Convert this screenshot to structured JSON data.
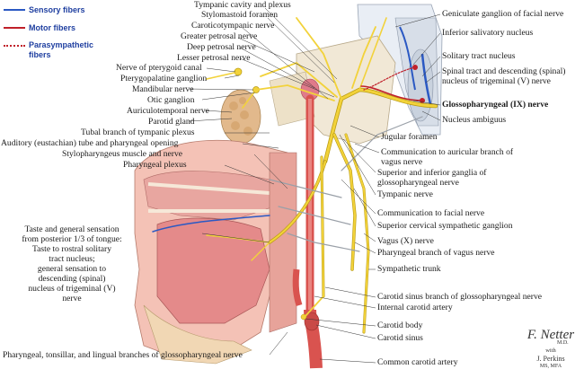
{
  "legend": {
    "sensory": {
      "label": "Sensory fibers",
      "color": "#2b59c3"
    },
    "motor": {
      "label": "Motor fibers",
      "color": "#c0202a"
    },
    "parasympathetic": {
      "label_line1": "Parasympathetic",
      "label_line2": "fibers",
      "color": "#c0202a"
    }
  },
  "labels_left": {
    "tympanic_cavity": "Tympanic cavity and plexus",
    "stylomastoid": "Stylomastoid foramen",
    "caroticotympanic": "Caroticotympanic nerve",
    "greater_petrosal": "Greater petrosal nerve",
    "deep_petrosal": "Deep petrosal nerve",
    "lesser_petrosal": "Lesser petrosal nerve",
    "pterygoid_canal": "Nerve of pterygoid canal",
    "pterygopalatine": "Pterygopalatine ganglion",
    "mandibular": "Mandibular nerve",
    "otic": "Otic ganglion",
    "auriculotemporal": "Auriculotemporal nerve",
    "parotid": "Parotid gland",
    "tubal_branch": "Tubal branch of tympanic plexus",
    "auditory_tube": "Auditory (eustachian) tube and pharyngeal opening",
    "stylopharyngeus": "Stylopharyngeus muscle and nerve",
    "pharyngeal_plexus": "Pharyngeal plexus",
    "taste_block": [
      "Taste and general sensation",
      "from posterior 1/3 of tongue:",
      "Taste to rostral solitary",
      "tract nucleus;",
      "general sensation to",
      "descending (spinal)",
      "nucleus of trigeminal (V)",
      "nerve"
    ],
    "pharyngeal_branches": "Pharyngeal, tonsillar, and lingual branches of glossopharyngeal nerve"
  },
  "labels_right": {
    "geniculate": "Geniculate ganglion of facial nerve",
    "inferior_salivatory": "Inferior salivatory nucleus",
    "solitary": "Solitary tract nucleus",
    "spinal_tract_1": "Spinal tract and descending (spinal)",
    "spinal_tract_2": "nucleus of trigeminal (V) nerve",
    "glossopharyngeal": "Glossopharyngeal (IX) nerve",
    "ambiguus": "Nucleus ambiguus",
    "jugular": "Jugular foramen",
    "comm_auricular_1": "Communication to auricular branch of",
    "comm_auricular_2": "vagus nerve",
    "sup_inf_ganglia_1": "Superior and inferior ganglia of",
    "sup_inf_ganglia_2": "glossopharyngeal nerve",
    "tympanic_nerve": "Tympanic nerve",
    "comm_facial": "Communication to facial nerve",
    "sup_cervical": "Superior cervical sympathetic ganglion",
    "vagus": "Vagus (X) nerve",
    "pharyngeal_vagus": "Pharyngeal branch of vagus nerve",
    "sympathetic_trunk": "Sympathetic trunk",
    "carotid_sinus_branch": "Carotid sinus branch of glossopharyngeal nerve",
    "internal_carotid": "Internal carotid artery",
    "carotid_body": "Carotid body",
    "carotid_sinus": "Carotid sinus",
    "common_carotid": "Common carotid artery"
  },
  "signature": {
    "artist": "F. Netter",
    "artist_suffix": "M.D.",
    "with": "with",
    "coartist": "J. Perkins",
    "coartist_suffix": "MS, MFA"
  },
  "colors": {
    "nerve_yellow": "#f2d23a",
    "nerve_outline": "#b89a10",
    "artery_red": "#d9534f",
    "tissue_pink": "#e8a0a0",
    "bone_tan": "#efe6d6",
    "brainstem_gray": "#cfd6e0"
  }
}
